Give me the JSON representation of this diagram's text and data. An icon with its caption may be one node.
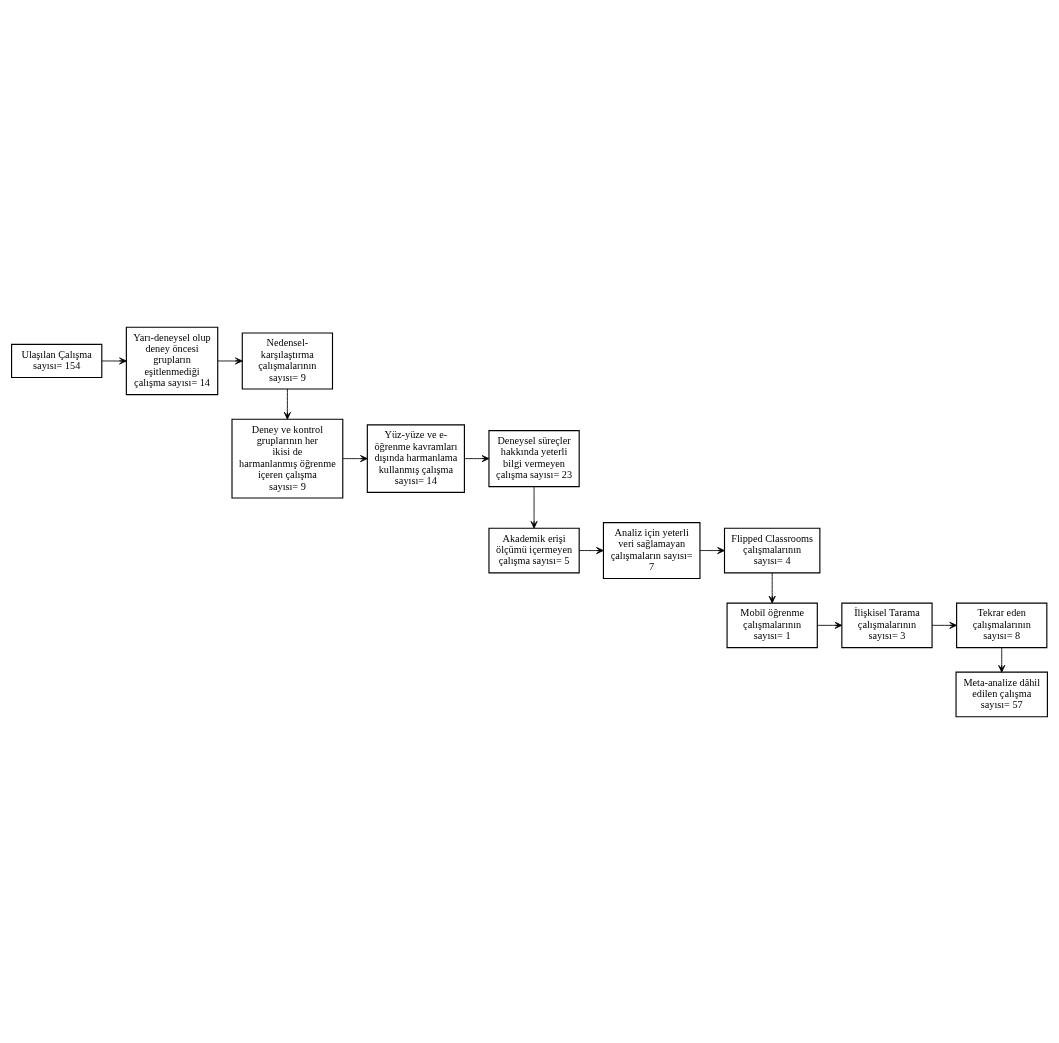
{
  "diagram": {
    "nodes": [
      {
        "text": [
          "Ulaşılan Çalışma sayısı= 154"
        ]
      },
      {
        "text": [
          "Yarı-deneysel olup deney öncesi grupların eşitlenmediği çalışma sayısı= 14"
        ]
      },
      {
        "text": [
          "Nedensel- karşılaştırma çalışmalarının sayısı= 9"
        ]
      },
      {
        "text": [
          "Deney ve kontrol gruplarının her ikisi de harmanlanmış öğrenme içeren çalışma sayısı= 9"
        ]
      },
      {
        "text": [
          "Yüz-yüze ve e- öğrenme kavramları dışında harmanlama kullanmış çalışma sayısı= 14"
        ]
      },
      {
        "text": [
          "Deneysel süreçler hakkında yeterli bilgi vermeyen çalışma sayısı= 23"
        ]
      },
      {
        "text": [
          "Akademik erişi ölçümü içermeyen çalışma sayısı= 5"
        ]
      },
      {
        "text": [
          "Analiz için yeterli veri sağlamayan çalışmaların sayısı= 7"
        ]
      },
      {
        "text": [
          "Flipped Classrooms çalışmalarının sayısı= 4"
        ]
      },
      {
        "text": [
          "Mobil öğrenme çalışmalarının sayısı= 1"
        ]
      },
      {
        "text": [
          "İlişkisel Tarama çalışmalarının sayısı= 3"
        ]
      },
      {
        "text": [
          "Tekrar eden çalışmalarının sayısı= 8"
        ]
      },
      {
        "text": [
          "Meta-analize dâhil edilen çalışma sayısı= 57"
        ]
      }
    ],
    "edges": [
      {
        "from": 0,
        "to": 1,
        "arrow": "to"
      },
      {
        "from": 1,
        "to": 2,
        "arrow": "to"
      },
      {
        "from": 2,
        "to": 3,
        "arrow": "to"
      },
      {
        "from": 3,
        "to": 4,
        "arrow": "to"
      },
      {
        "from": 4,
        "to": 5,
        "arrow": "to"
      },
      {
        "from": 5,
        "to": 6,
        "arrow": "to"
      },
      {
        "from": 6,
        "to": 7,
        "arrow": "to"
      },
      {
        "from": 7,
        "to": 8,
        "arrow": "to"
      },
      {
        "from": 8,
        "to": 9,
        "arrow": "to"
      },
      {
        "from": 9,
        "to": 10,
        "arrow": "to"
      },
      {
        "from": 10,
        "to": 11,
        "arrow": "to"
      },
      {
        "from": 11,
        "to": 12,
        "arrow": "to"
      }
    ]
  }
}
